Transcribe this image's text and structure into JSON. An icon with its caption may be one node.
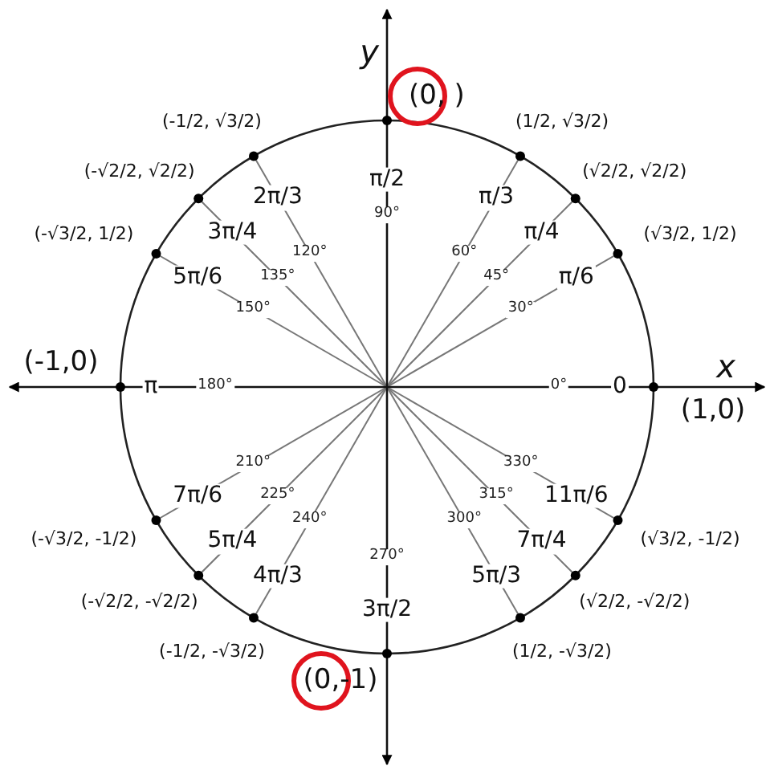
{
  "diagram": {
    "labels": [
      "y",
      "x",
      "(1,0)",
      "0",
      "0°",
      "(√3/2, 1/2)",
      "π/6",
      "30°",
      "(√2/2, √2/2)",
      "π/4",
      "45°",
      "(1/2, √3/2)",
      "π/3",
      "60°",
      "(0, )",
      "π/2",
      "90°",
      "(-1/2, √3/2)",
      "2π/3",
      "120°",
      "(-√2/2, √2/2)",
      "3π/4",
      "135°",
      "(-√3/2, 1/2)",
      "5π/6",
      "150°",
      "(-1,0)",
      "π",
      "180°",
      "(-√3/2, -1/2)",
      "7π/6",
      "210°",
      "(-√2/2, -√2/2)",
      "5π/4",
      "225°",
      "(-1/2, -√3/2)",
      "4π/3",
      "240°",
      "(0,-1)",
      "3π/2",
      "270°",
      "(1/2, -√3/2)",
      "5π/3",
      "300°",
      "(√2/2, -√2/2)",
      "7π/4",
      "315°",
      "(√3/2, -1/2)",
      "11π/6",
      "330°"
    ]
  }
}
